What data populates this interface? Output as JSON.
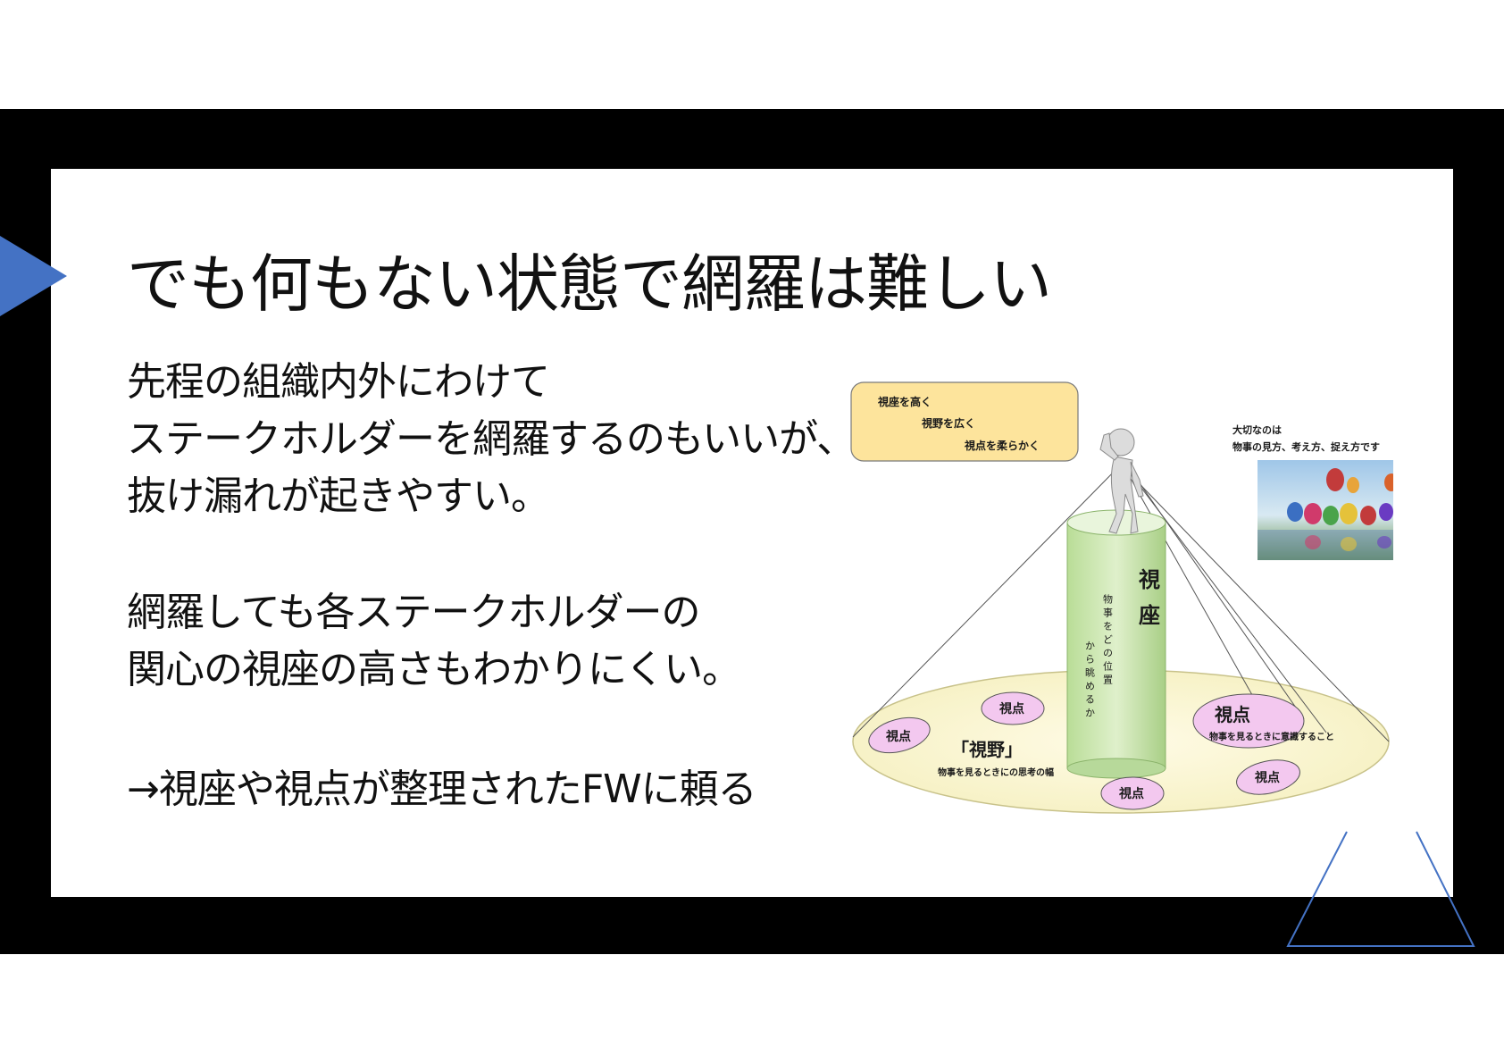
{
  "slide": {
    "title": "でも何もない状態で網羅は難しい",
    "paragraph1": [
      "先程の組織内外にわけて",
      "ステークホルダーを網羅するのもいいが、",
      "抜け漏れが起きやすい。"
    ],
    "paragraph2": [
      "網羅しても各ステークホルダーの",
      "関心の視座の高さもわかりにくい。"
    ],
    "paragraph3": "→視座や視点が整理されたFWに頼る"
  },
  "diagram": {
    "note_box": [
      "視座を高く",
      "視野を広く",
      "視点を柔らかく"
    ],
    "caption": [
      "大切なのは",
      "物事の見方、考え方、捉え方です"
    ],
    "pillar_title": [
      "視",
      "座"
    ],
    "pillar_sub_1": "物事をどの位置",
    "pillar_sub_2": "から眺めるか",
    "field_title": "「視野」",
    "field_sub": "物事を見るときにの思考の幅",
    "viewpoint_big": "視点",
    "viewpoint_big_sub": "物事を見るときに意識すること",
    "viewpoint_small": [
      "視点",
      "視点",
      "視点",
      "視点"
    ]
  },
  "colors": {
    "accent": "#4472c4",
    "note_fill": "#fde49c",
    "ellipse_fill": "#fbf7d4",
    "pillar_fill": "#cfe8b4",
    "viewpoint_fill": "#f3c8ef"
  }
}
